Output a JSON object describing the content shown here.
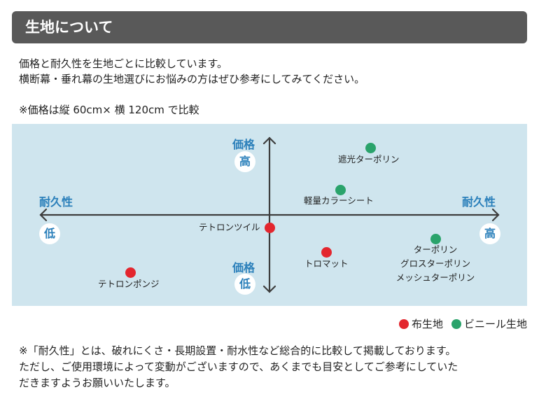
{
  "header": {
    "title": "生地について"
  },
  "intro": [
    "価格と耐久性を生地ごとに比較しています。",
    "横断幕・垂れ幕の生地選びにお悩みの方はぜひ参考にしてみてください。"
  ],
  "note": "※価格は縦 60cm× 横 120cm で比較",
  "map": {
    "y_axis": {
      "label": "価格",
      "high": "高",
      "low": "低"
    },
    "x_axis": {
      "label": "耐久性",
      "high": "高",
      "low": "低"
    },
    "items": [
      {
        "name": "遮光ターポリン",
        "type": "vinyl"
      },
      {
        "name": "軽量カラーシート",
        "type": "vinyl"
      },
      {
        "name": "テトロンツイル",
        "type": "cloth"
      },
      {
        "name": "トロマット",
        "type": "cloth"
      },
      {
        "name": "ターポリン",
        "type": "vinyl"
      },
      {
        "name": "グロスターポリン",
        "type": "vinyl"
      },
      {
        "name": "メッシュターポリン",
        "type": "vinyl"
      },
      {
        "name": "テトロンポンジ",
        "type": "cloth"
      }
    ]
  },
  "legend": {
    "cloth": "布生地",
    "vinyl": "ビニール生地"
  },
  "colors": {
    "cloth": "#e3262e",
    "vinyl": "#2aa36b",
    "accent": "#2a7fba",
    "header": "#595959",
    "map_bg": "#cfe5ee"
  },
  "footnote": [
    "※「耐久性」とは、破れにくさ・長期設置・耐水性など総合的に比較して掲載しております。",
    "ただし、ご使用環境によって変動がございますので、あくまでも目安としてご参考にしていた",
    "だきますようお願いいたします。"
  ]
}
